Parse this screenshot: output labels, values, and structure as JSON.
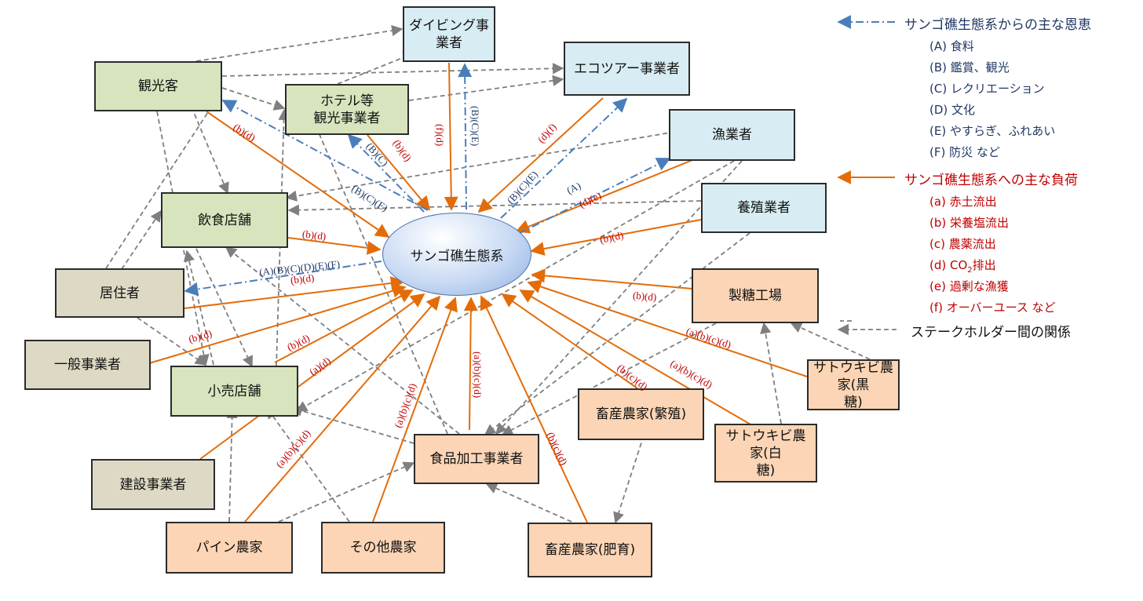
{
  "center": {
    "label": "サンゴ礁生態系"
  },
  "nodes": {
    "diving": "ダイビング事業者",
    "ecotour": "エコツアー事業者",
    "tourist": "観光客",
    "hotel": "ホテル等\n観光事業者",
    "fishery": "漁業者",
    "aquaculture": "養殖業者",
    "restaurant": "飲食店舗",
    "resident": "居住者",
    "sugar_factory": "製糖工場",
    "general": "一般事業者",
    "retail": "小売店舗",
    "cane_brown": "サトウキビ農家(黒\n糖)",
    "livestock_breed": "畜産農家(繁殖)",
    "cane_white": "サトウキビ農家(白\n糖)",
    "construction": "建設事業者",
    "food": "食品加工事業者",
    "pine": "パイン農家",
    "other_farm": "その他農家",
    "livestock_fatten": "畜産農家(肥育)"
  },
  "labels": {
    "tourist_bd": "(b)(d)",
    "tourist_bce": "(B)(C)(E)",
    "hotel_bd": "(b)(d)",
    "hotel_bc": "(B)(C)",
    "diving_fd": "(f)(d)",
    "diving_bce": "(B)(C)(E)",
    "ecotour_df": "(d)(f)",
    "ecotour_bce": "(B)(C)(E)",
    "fishery_a": "(A)",
    "fishery_de": "(d)(e)",
    "aquaculture_bd": "(b)(d)",
    "restaurant_bd": "(b)(d)",
    "resident_benefit": "(A)(B)(C)(D)(E)(F)",
    "resident_bd": "(b)(d)",
    "general_bd": "(b)(d)",
    "retail_bd": "(b)(d)",
    "construction_ad": "(a)(d)",
    "sugar_factory_bd": "(b)(d)",
    "cane_brown_abcd": "(a)(b)(c)(d)",
    "cane_white_abcd": "(a)(b)(c)(d)",
    "livestock_breed_bcd": "(b)(c)(d)",
    "food_abcd": "(a)(b)(c)(d)",
    "pine_abcd": "(a)(b)(c)(d)",
    "other_farm_abcd": "(a)(b)(c)(d)",
    "livestock_fatten_bcd": "(b)(c)(d)"
  },
  "legend": {
    "benefits_title": "サンゴ礁生態系からの主な恩恵",
    "benefits": [
      "(A) 食料",
      "(B) 鑑賞、観光",
      "(C) レクリエーション",
      "(D) 文化",
      "(E) やすらぎ、ふれあい",
      "(F) 防災 など"
    ],
    "loads_title": "サンゴ礁生態系への主な負荷",
    "loads": [
      "(a) 赤土流出",
      "(b) 栄養塩流出",
      "(c) 農薬流出",
      "(d) CO",
      "(e) 過剰な漁獲",
      "(f) オーバーユース など"
    ],
    "co2_sub": "2",
    "co2_tail": "排出",
    "relation_title": "ステークホルダー間の関係"
  },
  "colors": {
    "load_arrow": "#e36c09",
    "benefit_arrow": "#4a7ebb",
    "relation_arrow": "#7f7f7f",
    "load_text": "#c00000",
    "benefit_text": "#1f3864"
  }
}
